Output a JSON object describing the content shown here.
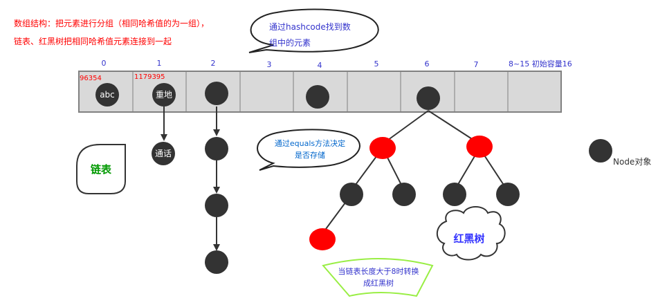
{
  "header": {
    "line1": "数组结构：把元素进行分组（相同哈希值的为一组），",
    "line2": "链表、红黑树把相同哈希值元素连接到一起",
    "color": "#ff0000"
  },
  "callout_hash": {
    "line1": "通过hashcode找到数",
    "line2": "组中的元素",
    "color": "#3333cc"
  },
  "array": {
    "indices": [
      "0",
      "1",
      "2",
      "3",
      "4",
      "5",
      "6",
      "7",
      "8~15 初始容量16"
    ],
    "hashes": [
      "96354",
      "1179395"
    ],
    "cell_fill": "#d9d9d9",
    "index_color": "#3333cc",
    "hash_color": "#ff0000"
  },
  "nodes": {
    "bucket0": "abc",
    "bucket1": "重地",
    "bucket1_next": "通话",
    "color": "#333333"
  },
  "labels": {
    "linked_list": "链表",
    "linked_list_color": "#009900",
    "red_black_tree": "红黑树",
    "red_black_tree_color": "#3333ff",
    "node_object": "Node对象",
    "red_color": "#ff0000"
  },
  "callout_equals": {
    "line1": "通过equals方法决定",
    "line2": "是否存储",
    "color": "#0066cc"
  },
  "banner_convert": {
    "line1": "当链表长度大于8时转换",
    "line2": "成红黑树",
    "color": "#3333cc",
    "border": "#99ee44"
  }
}
